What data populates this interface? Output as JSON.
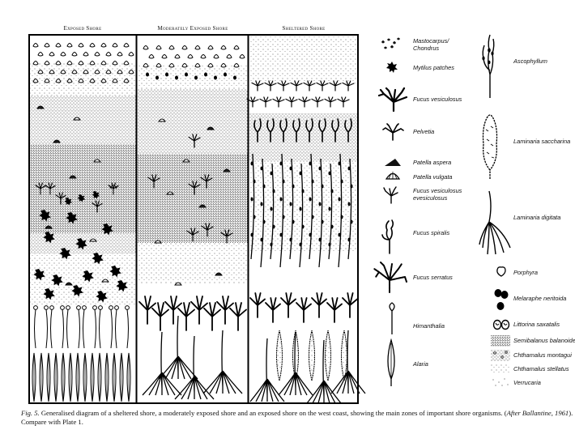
{
  "columns": [
    {
      "key": "exposed",
      "title": "Exposed Shore"
    },
    {
      "key": "moderate",
      "title": "Moderately Exposed Shore"
    },
    {
      "key": "sheltered",
      "title": "Sheltered Shore"
    }
  ],
  "legend_left": [
    {
      "key": "mastocarpus",
      "label": "Mastocarpus/\nChondrus",
      "icon": "mastocarpus-icon"
    },
    {
      "key": "mytilus",
      "label": "Mytilus patches",
      "icon": "mussel-patch-icon"
    },
    {
      "key": "fucus-vesiculosus",
      "label": "Fucus vesiculosus",
      "icon": "fucus-vesiculosus-icon"
    },
    {
      "key": "pelvetia",
      "label": "Pelvetia",
      "icon": "pelvetia-icon"
    },
    {
      "key": "patella-aspera",
      "label": "Patella aspera",
      "icon": "limpet-aspera-icon"
    },
    {
      "key": "patella-vulgata",
      "label": "Patella vulgata",
      "icon": "limpet-vulgata-icon"
    },
    {
      "key": "fucus-evesiculosus",
      "label": "Fucus vesiculosus\nevesiculosus",
      "icon": "fucus-evesiculosus-icon"
    },
    {
      "key": "fucus-spiralis",
      "label": "Fucus spiralis",
      "icon": "fucus-spiralis-icon"
    },
    {
      "key": "fucus-serratus",
      "label": "Fucus serratus",
      "icon": "fucus-serratus-icon"
    },
    {
      "key": "himanthalia",
      "label": "Himanthalia",
      "icon": "himanthalia-icon"
    },
    {
      "key": "alaria",
      "label": "Alaria",
      "icon": "alaria-icon"
    }
  ],
  "legend_right": [
    {
      "key": "ascophyllum",
      "label": "Ascophyllum",
      "icon": "ascophyllum-icon"
    },
    {
      "key": "laminaria-saccharina",
      "label": "Laminaria saccharina",
      "icon": "laminaria-saccharina-icon"
    },
    {
      "key": "laminaria-digitata",
      "label": "Laminaria digitata",
      "icon": "laminaria-digitata-icon"
    },
    {
      "key": "porphyra",
      "label": "Porphyra",
      "icon": "porphyra-icon"
    },
    {
      "key": "melaraphe",
      "label": "Melaraphe neritoida",
      "icon": "periwinkle-icon"
    },
    {
      "key": "littorina",
      "label": "Littorina saxatalis",
      "icon": "littorina-icon"
    },
    {
      "key": "semibalanus",
      "label": "Semibalanus balanoides",
      "icon": "semibalanus-icon"
    },
    {
      "key": "chthamalus-montagui",
      "label": "Chthamalus montagui",
      "icon": "chthamalus-montagui-icon"
    },
    {
      "key": "chthamalus-stellatus",
      "label": "Chthamalus stellatus",
      "icon": "chthamalus-stellatus-icon"
    },
    {
      "key": "verrucaria",
      "label": "Verrucaria",
      "icon": "verrucaria-icon"
    }
  ],
  "caption": {
    "fig": "Fig. 5.",
    "text_a": "Generalised diagram of a sheltered shore, a moderately exposed shore and an exposed shore on the west coast, showing the main zones of important shore organisms. (",
    "author": "After Ballantine, 1961",
    "text_b": "). Compare with Plate 1."
  }
}
